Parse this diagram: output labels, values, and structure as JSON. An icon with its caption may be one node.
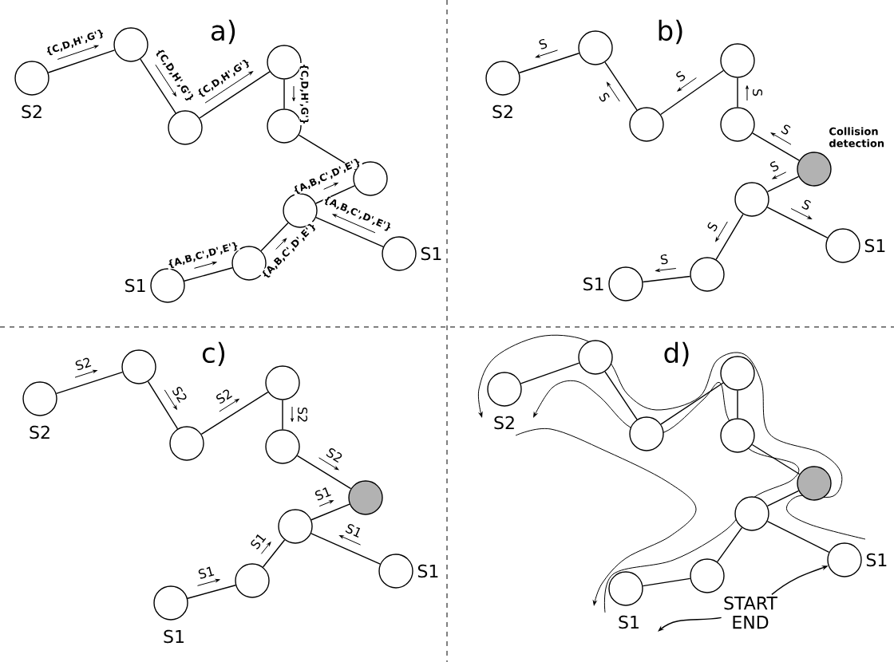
{
  "diagram": {
    "nodes": [
      {
        "text": [],
        "shape": "circle",
        "beside": [
          "S2"
        ]
      },
      {
        "text": [],
        "shape": "circle"
      },
      {
        "text": [],
        "shape": "circle"
      },
      {
        "text": [],
        "shape": "circle"
      },
      {
        "text": [],
        "shape": "circle"
      },
      {
        "text": [],
        "shape": "circle"
      },
      {
        "text": [],
        "shape": "circle"
      },
      {
        "text": [],
        "shape": "circle"
      },
      {
        "text": [],
        "shape": "circle",
        "beside": [
          "S1"
        ]
      },
      {
        "text": [],
        "shape": "circle",
        "beside": [
          "S1"
        ]
      },
      {
        "text": [],
        "shape": "circle",
        "beside": [
          "S2"
        ]
      },
      {
        "text": [],
        "shape": "circle"
      },
      {
        "text": [],
        "shape": "circle"
      },
      {
        "text": [],
        "shape": "circle"
      },
      {
        "text": [],
        "shape": "circle"
      },
      {
        "text": [],
        "shape": "circle",
        "beside": [
          "Collision detection"
        ]
      },
      {
        "text": [],
        "shape": "circle"
      },
      {
        "text": [],
        "shape": "circle"
      },
      {
        "text": [],
        "shape": "circle",
        "beside": [
          "S1"
        ]
      },
      {
        "text": [],
        "shape": "circle",
        "beside": [
          "S1"
        ]
      },
      {
        "text": [],
        "shape": "circle",
        "beside": [
          "S2"
        ]
      },
      {
        "text": [],
        "shape": "circle"
      },
      {
        "text": [],
        "shape": "circle"
      },
      {
        "text": [],
        "shape": "circle"
      },
      {
        "text": [],
        "shape": "circle"
      },
      {
        "text": [],
        "shape": "circle"
      },
      {
        "text": [],
        "shape": "circle"
      },
      {
        "text": [],
        "shape": "circle"
      },
      {
        "text": [],
        "shape": "circle",
        "beside": [
          "S1"
        ]
      },
      {
        "text": [],
        "shape": "circle",
        "beside": [
          "S1"
        ]
      },
      {
        "text": [],
        "shape": "circle",
        "beside": [
          "S2"
        ]
      },
      {
        "text": [],
        "shape": "circle"
      },
      {
        "text": [],
        "shape": "circle"
      },
      {
        "text": [],
        "shape": "circle"
      },
      {
        "text": [],
        "shape": "circle"
      },
      {
        "text": [],
        "shape": "circle"
      },
      {
        "text": [],
        "shape": "circle"
      },
      {
        "text": [],
        "shape": "circle"
      },
      {
        "text": [],
        "shape": "circle",
        "beside": [
          "S1"
        ]
      },
      {
        "text": [],
        "shape": "circle",
        "beside": [
          "S1"
        ]
      },
      {
        "text": [
          "START",
          "END"
        ]
      }
    ],
    "edges": [
      {
        "from": 0,
        "to": 1,
        "arrow": "none",
        "label": "{C,D,H',G'}"
      },
      {
        "from": 1,
        "to": 2,
        "arrow": "none",
        "label": "{C,D,H',G'}"
      },
      {
        "from": 2,
        "to": 3,
        "arrow": "none",
        "label": "{C,D,H',G'}"
      },
      {
        "from": 3,
        "to": 4,
        "arrow": "none",
        "label": "{C,D,H',G'}"
      },
      {
        "from": 4,
        "to": 5,
        "arrow": "none"
      },
      {
        "from": 5,
        "to": 6,
        "arrow": "none",
        "label": "{A,B,C',D',E'}"
      },
      {
        "from": 6,
        "to": 7,
        "arrow": "none",
        "label": "{A,B,C',D',E'}"
      },
      {
        "from": 7,
        "to": 8,
        "arrow": "none",
        "label": "{A,B,C',D',E'}"
      },
      {
        "from": 6,
        "to": 9,
        "arrow": "none",
        "label": "{A,B,C',D',E'}"
      },
      {
        "from": 10,
        "to": 11,
        "arrow": "none",
        "label": "S"
      },
      {
        "from": 11,
        "to": 12,
        "arrow": "none",
        "label": "S"
      },
      {
        "from": 12,
        "to": 13,
        "arrow": "none",
        "label": "S"
      },
      {
        "from": 13,
        "to": 14,
        "arrow": "none",
        "label": "S"
      },
      {
        "from": 14,
        "to": 15,
        "arrow": "none",
        "label": "S"
      },
      {
        "from": 15,
        "to": 16,
        "arrow": "none",
        "label": "S"
      },
      {
        "from": 16,
        "to": 17,
        "arrow": "none",
        "label": "S"
      },
      {
        "from": 17,
        "to": 18,
        "arrow": "none",
        "label": "S"
      },
      {
        "from": 16,
        "to": 19,
        "arrow": "none",
        "label": "S"
      },
      {
        "from": 20,
        "to": 21,
        "arrow": "none",
        "label": "S2"
      },
      {
        "from": 21,
        "to": 22,
        "arrow": "none",
        "label": "S2"
      },
      {
        "from": 22,
        "to": 23,
        "arrow": "none",
        "label": "S2"
      },
      {
        "from": 23,
        "to": 24,
        "arrow": "none",
        "label": "S2"
      },
      {
        "from": 24,
        "to": 25,
        "arrow": "none",
        "label": "S2"
      },
      {
        "from": 25,
        "to": 26,
        "arrow": "none",
        "label": "S1"
      },
      {
        "from": 26,
        "to": 27,
        "arrow": "none",
        "label": "S1"
      },
      {
        "from": 27,
        "to": 28,
        "arrow": "none",
        "label": "S1"
      },
      {
        "from": 26,
        "to": 29,
        "arrow": "none",
        "label": "S1"
      },
      {
        "from": 30,
        "to": 31,
        "arrow": "none"
      },
      {
        "from": 31,
        "to": 32,
        "arrow": "none"
      },
      {
        "from": 32,
        "to": 33,
        "arrow": "none"
      },
      {
        "from": 33,
        "to": 34,
        "arrow": "none"
      },
      {
        "from": 34,
        "to": 35,
        "arrow": "none"
      },
      {
        "from": 35,
        "to": 36,
        "arrow": "none"
      },
      {
        "from": 36,
        "to": 37,
        "arrow": "none"
      },
      {
        "from": 37,
        "to": 38,
        "arrow": "none"
      },
      {
        "from": 36,
        "to": 39,
        "arrow": "none"
      },
      {
        "from": 40,
        "to": 39,
        "arrow": "to"
      },
      {
        "from": 40,
        "to": null,
        "arrow": "to"
      }
    ],
    "labels": [
      "a)",
      "b)",
      "c)",
      "d)"
    ]
  }
}
